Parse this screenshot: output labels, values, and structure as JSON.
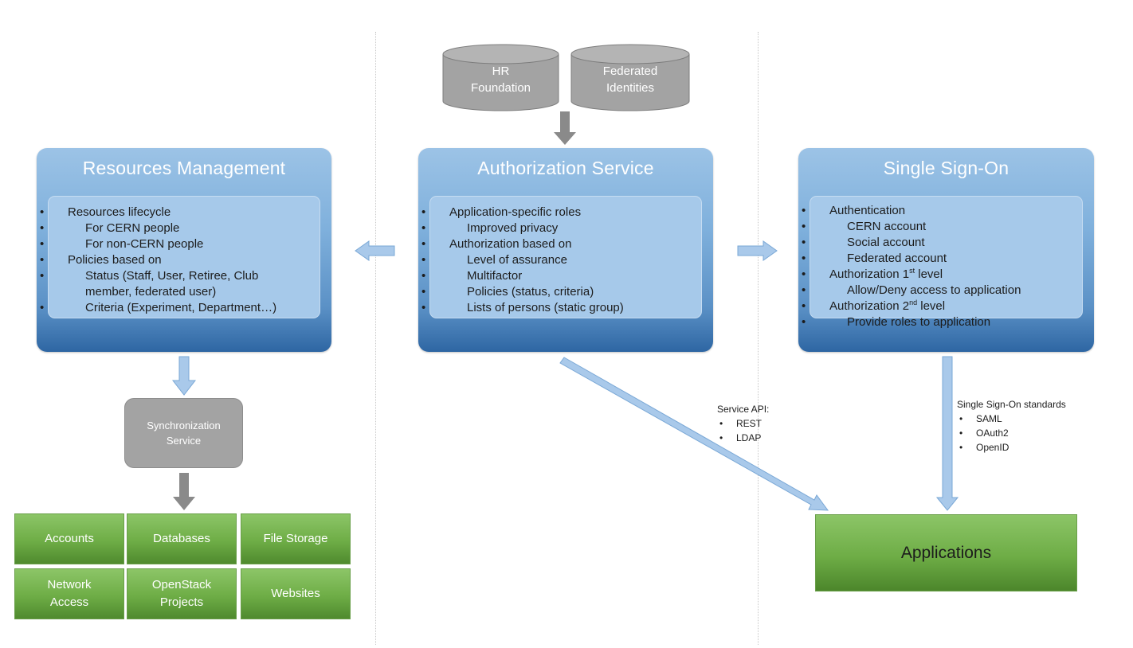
{
  "top_sources": {
    "hr": [
      "HR",
      "Foundation"
    ],
    "federated": [
      "Federated",
      "Identities"
    ]
  },
  "resources": {
    "title": "Resources Management",
    "items": [
      {
        "level": 1,
        "text": "Resources lifecycle"
      },
      {
        "level": 2,
        "text": "For CERN people"
      },
      {
        "level": 2,
        "text": "For non-CERN people"
      },
      {
        "level": 1,
        "text": "Policies based on"
      },
      {
        "level": 2,
        "text": "Status (Staff, User, Retiree, Club"
      },
      {
        "level": 0,
        "text": "member, federated user)"
      },
      {
        "level": 2,
        "text": "Criteria (Experiment, Department…)"
      }
    ]
  },
  "authz": {
    "title": "Authorization Service",
    "items": [
      {
        "level": 1,
        "text": "Application-specific roles"
      },
      {
        "level": 2,
        "text": "Improved  privacy"
      },
      {
        "level": 1,
        "text": "Authorization  based on"
      },
      {
        "level": 2,
        "text": "Level of assurance"
      },
      {
        "level": 2,
        "text": "Multifactor"
      },
      {
        "level": 2,
        "text": "Policies (status, criteria)"
      },
      {
        "level": 2,
        "text": "Lists of persons (static group)"
      }
    ]
  },
  "sso": {
    "title": "Single Sign-On",
    "items": [
      {
        "level": 1,
        "text": "Authentication"
      },
      {
        "level": 2,
        "text": "CERN account"
      },
      {
        "level": 2,
        "text": "Social account"
      },
      {
        "level": 2,
        "text": "Federated account"
      },
      {
        "level": 1,
        "text": "Authorization 1",
        "sup": "st",
        "after": " level"
      },
      {
        "level": 2,
        "text": "Allow/Deny access to application"
      },
      {
        "level": 1,
        "text": "Authorization 2",
        "sup": "nd",
        "after": " level"
      },
      {
        "level": 2,
        "text": "Provide roles to application"
      }
    ]
  },
  "sync": {
    "lines": [
      "Synchronization",
      "Service"
    ]
  },
  "tiles": [
    [
      "Accounts"
    ],
    [
      "Databases"
    ],
    [
      "File Storage"
    ],
    [
      "Network",
      "Access"
    ],
    [
      "OpenStack",
      "Projects"
    ],
    [
      "Websites"
    ]
  ],
  "service_api": {
    "title": "Service API:",
    "items": [
      "REST",
      "LDAP"
    ]
  },
  "sso_standards": {
    "title": "Single Sign-On standards",
    "items": [
      "SAML",
      "OAuth2",
      "OpenID"
    ]
  },
  "applications": {
    "label": "Applications"
  },
  "colors": {
    "arrow_blue": "#a9c9ea",
    "arrow_blue_edge": "#7aa8d6",
    "arrow_gray": "#8a8a8a",
    "cylinder_gray": "#a3a3a3"
  }
}
